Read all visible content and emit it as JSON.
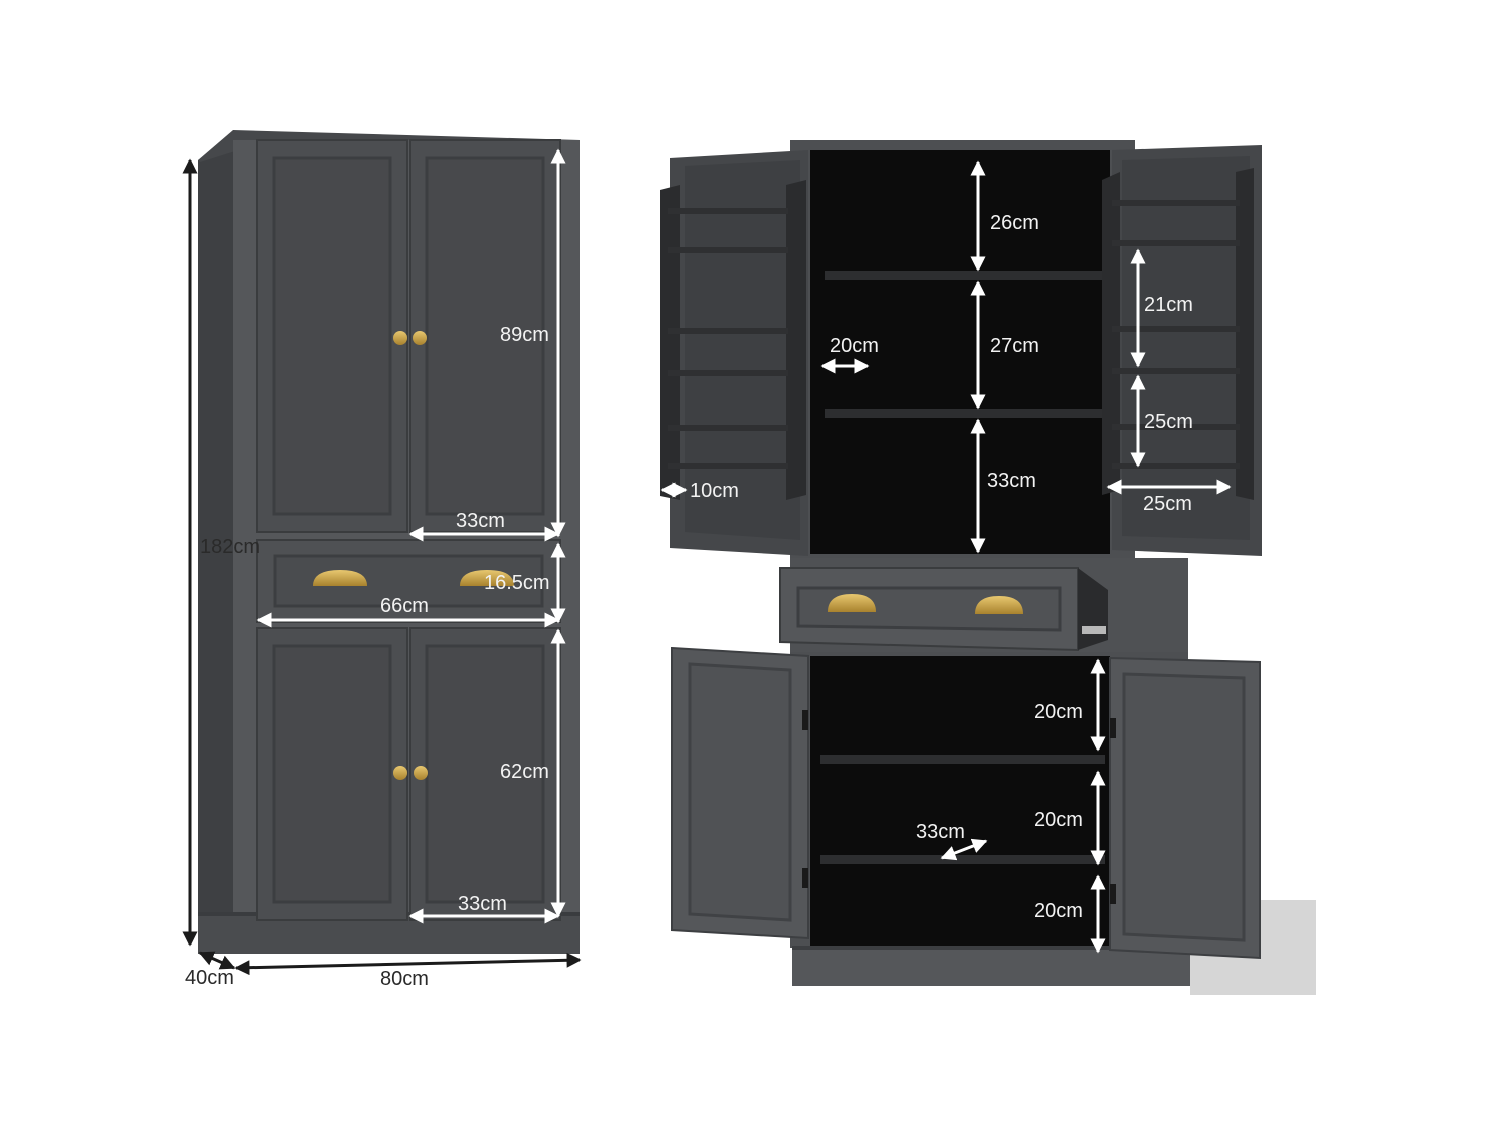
{
  "colors": {
    "cabinet_body": "#505255",
    "cabinet_dark": "#3b3d40",
    "interior": "#0c0c0c",
    "handle_gold": "#c9a64a",
    "dimension_line_dark": "#1b1b1b",
    "dimension_line_light": "#ffffff"
  },
  "closed_view": {
    "height": "182cm",
    "depth": "40cm",
    "width": "80cm",
    "upper_door_height": "89cm",
    "upper_door_width": "33cm",
    "drawer_height": "16.5cm",
    "drawer_width": "66cm",
    "lower_door_height": "62cm",
    "lower_door_width": "33cm"
  },
  "open_view": {
    "upper_shelf_1": "26cm",
    "upper_shelf_2": "27cm",
    "upper_shelf_3": "33cm",
    "upper_inner_depth": "20cm",
    "left_rack_depth": "10cm",
    "right_rack_gap_1": "21cm",
    "right_rack_gap_2": "25cm",
    "right_rack_width": "25cm",
    "lower_shelf_1": "20cm",
    "lower_shelf_2": "20cm",
    "lower_shelf_3": "20cm",
    "lower_inner_depth": "33cm"
  },
  "icons": [
    "door-knob-icon",
    "cup-pull-handle-icon",
    "hinge-icon",
    "double-arrow-icon"
  ]
}
